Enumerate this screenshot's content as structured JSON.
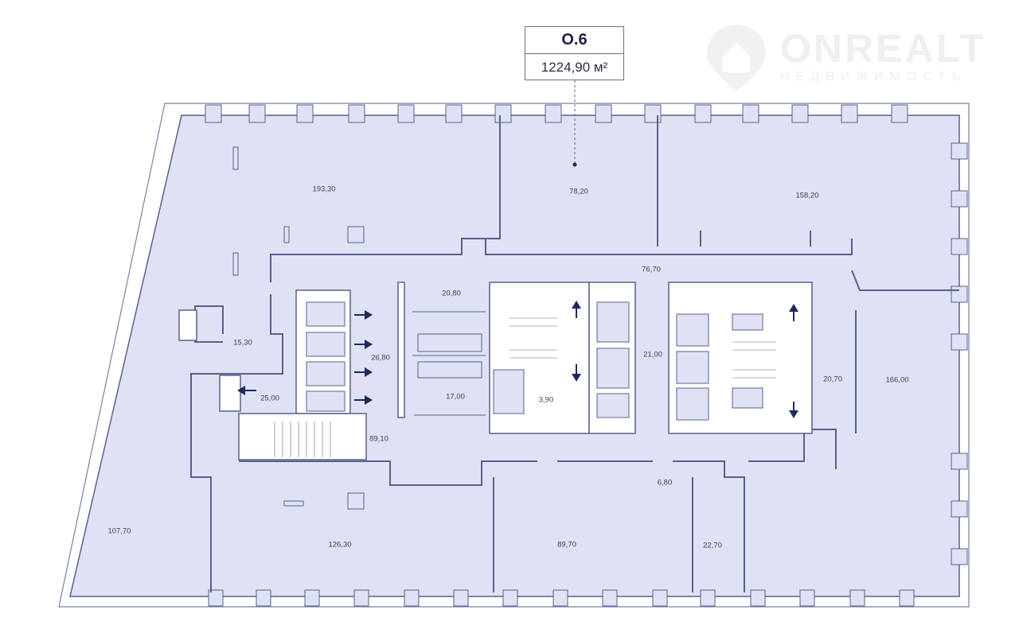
{
  "unit": {
    "id": "O.6",
    "area": "1224,90 м²"
  },
  "watermark": {
    "name": "ONREALT",
    "subtitle": "НЕДВИЖИМОСТЬ"
  },
  "colors": {
    "fill": "#dfe2f5",
    "wall": "#5b6088",
    "core": "#ffffff",
    "arrow": "#1f2a5c"
  },
  "rooms": [
    "193,30",
    "78,20",
    "158,20",
    "76,70",
    "20,80",
    "15,30",
    "26,80",
    "25,00",
    "17,00",
    "3,90",
    "21,00",
    "20,70",
    "166,00",
    "89,10",
    "6,80",
    "107,70",
    "126,30",
    "89,70",
    "22,70"
  ]
}
